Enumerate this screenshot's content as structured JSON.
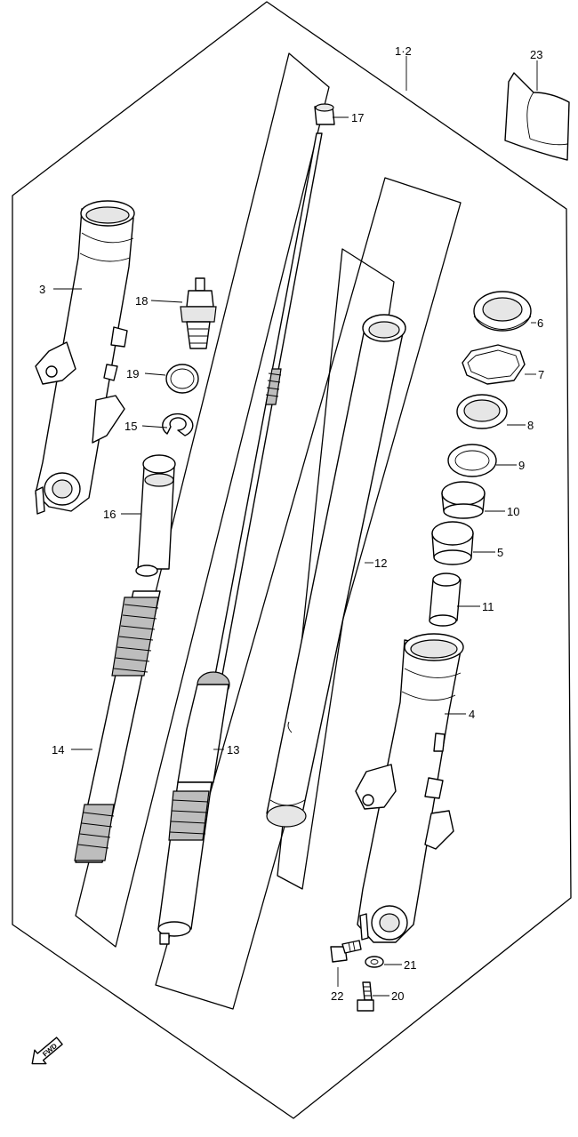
{
  "diagram": {
    "labels": {
      "p1_2": "1·2",
      "p3": "3",
      "p4": "4",
      "p5": "5",
      "p6": "6",
      "p7": "7",
      "p8": "8",
      "p9": "9",
      "p10": "10",
      "p11": "11",
      "p12": "12",
      "p13": "13",
      "p14": "14",
      "p15": "15",
      "p16": "16",
      "p17": "17",
      "p18": "18",
      "p19": "19",
      "p20": "20",
      "p21": "21",
      "p22": "22",
      "p23": "23"
    },
    "fwd_mark": "FWD"
  }
}
